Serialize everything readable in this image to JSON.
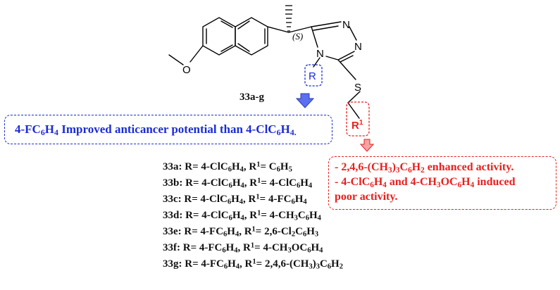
{
  "structure": {
    "stereo_label": "(S)",
    "atoms": {
      "n4": "N",
      "n1": "N",
      "n2": "N",
      "o": "O",
      "s": "S"
    },
    "r_label": "R",
    "r1_label": "R",
    "r1_sup": "1"
  },
  "compound_label": "33a-g",
  "blue_note": {
    "p1": "4-FC",
    "s1": "6",
    "p2": "H",
    "s2": "4",
    "p3": " Improved anticancer potential than 4-ClC",
    "s3": "6",
    "p4": "H",
    "s4": "4."
  },
  "red_notes": {
    "line1": {
      "p1": "- 2,4,6-(CH",
      "s1": "3",
      "p2": ")",
      "s2": "3",
      "p3": "C",
      "s3": "6",
      "p4": "H",
      "s4": "2",
      "p5": " enhanced activity."
    },
    "line2": {
      "p1": "- 4-ClC",
      "s1": "6",
      "p2": "H",
      "s2": "4",
      "p3": " and 4-CH",
      "s3": "3",
      "p4": "OC",
      "s4": "6",
      "p5": "H",
      "s5": "4",
      "p6": " induced"
    },
    "line3": "poor activity."
  },
  "compounds": [
    {
      "id": "33a:",
      "r": "R=  4-ClC",
      "r_s1": "6",
      "r_h": "H",
      "r_s2": "4",
      "r1_prefix": ", R",
      "r1_sup": "1",
      "r1_eq": "= ",
      "r1_parts": [
        "C",
        "6",
        "H",
        "5",
        "",
        "",
        "",
        ""
      ]
    },
    {
      "id": "33b:",
      "r": "R=  4-ClC",
      "r_s1": "6",
      "r_h": "H",
      "r_s2": "4",
      "r1_prefix": ", R",
      "r1_sup": "1",
      "r1_eq": "= ",
      "r1_parts": [
        "4-ClC",
        "6",
        "H",
        "4",
        "",
        "",
        "",
        ""
      ]
    },
    {
      "id": "33c:",
      "r": "R=  4-ClC",
      "r_s1": "6",
      "r_h": "H",
      "r_s2": "4",
      "r1_prefix": ", R",
      "r1_sup": "1",
      "r1_eq": "= ",
      "r1_parts": [
        "4-FC",
        "6",
        "H",
        "4",
        "",
        "",
        "",
        ""
      ]
    },
    {
      "id": "33d:",
      "r": "R=  4-ClC",
      "r_s1": "6",
      "r_h": "H",
      "r_s2": "4",
      "r1_prefix": ", R",
      "r1_sup": "1",
      "r1_eq": "= ",
      "r1_parts": [
        "4-CH",
        "3",
        "C",
        "6",
        "H",
        "4",
        "",
        ""
      ]
    },
    {
      "id": "33e:",
      "r": "R=  4-FC",
      "r_s1": "6",
      "r_h": "H",
      "r_s2": "4",
      "r1_prefix": ", R",
      "r1_sup": "1",
      "r1_eq": "= ",
      "r1_parts": [
        "2,6-Cl",
        "2",
        "C",
        "6",
        "H",
        "3",
        "",
        ""
      ]
    },
    {
      "id": "33f:",
      "r": "R=  4-FC",
      "r_s1": "6",
      "r_h": "H",
      "r_s2": "4",
      "r1_prefix": ", R",
      "r1_sup": "1",
      "r1_eq": "= ",
      "r1_parts": [
        "4-CH",
        "3",
        "OC",
        "6",
        "H",
        "4",
        "",
        ""
      ]
    },
    {
      "id": "33g:",
      "r": "R=  4-FC",
      "r_s1": "6",
      "r_h": "H",
      "r_s2": "4",
      "r1_prefix": ", R",
      "r1_sup": "1",
      "r1_eq": "= ",
      "r1_parts": [
        "2,4,6-(CH",
        "3",
        ")",
        "3",
        "C",
        "6",
        "H",
        "2"
      ]
    }
  ],
  "colors": {
    "blue": "#1c2bd6",
    "red": "#e8201e",
    "arrow_blue": "#5b6ff0",
    "arrow_red": "#f6a3a3"
  }
}
